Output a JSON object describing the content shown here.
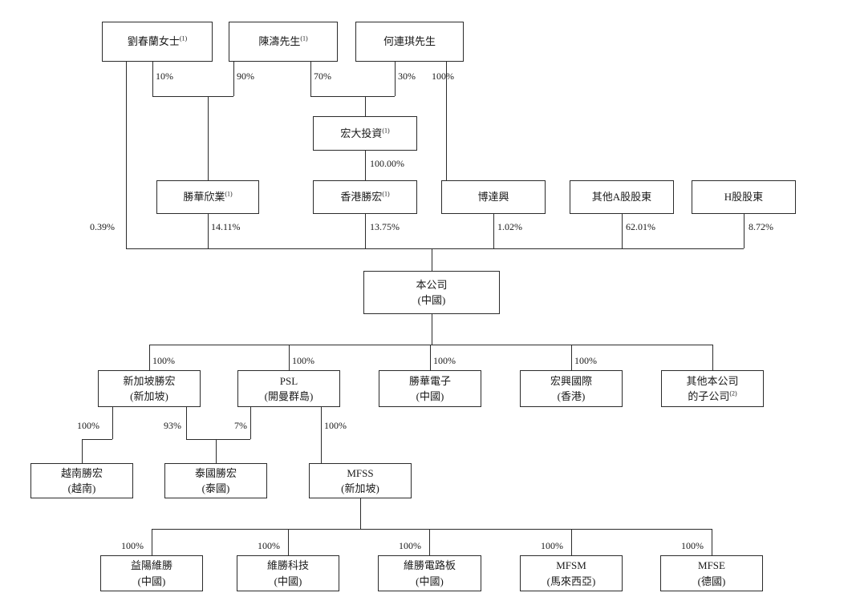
{
  "nodes": {
    "liu": {
      "label": "劉春蘭女士",
      "sup": "(1)"
    },
    "chen": {
      "label": "陳濤先生",
      "sup": "(1)"
    },
    "he": {
      "label": "何連琪先生"
    },
    "hongda": {
      "label": "宏大投資",
      "sup": "(1)"
    },
    "shenghua_xinye": {
      "label": "勝華欣業",
      "sup": "(1)"
    },
    "hk_shenghong": {
      "label": "香港勝宏",
      "sup": "(1)"
    },
    "bodaxing": {
      "label": "博達興"
    },
    "other_a_shareholders": {
      "label": "其他A股股東"
    },
    "h_shareholders": {
      "label": "H股股東"
    },
    "company": {
      "label": "本公司",
      "label2": "(中國)"
    },
    "sg_shenghong": {
      "label": "新加坡勝宏",
      "label2": "(新加坡)"
    },
    "psl": {
      "label": "PSL",
      "label2": "(開曼群島)"
    },
    "shenghua_electronics": {
      "label": "勝華電子",
      "label2": "(中國)"
    },
    "hongxing_intl": {
      "label": "宏興國際",
      "label2": "(香港)"
    },
    "other_subsidiaries": {
      "label": "其他本公司",
      "label2": "的子公司",
      "sup": "(2)"
    },
    "vietnam_shenghong": {
      "label": "越南勝宏",
      "label2": "(越南)"
    },
    "thailand_shenghong": {
      "label": "泰國勝宏",
      "label2": "(泰國)"
    },
    "mfss": {
      "label": "MFSS",
      "label2": "(新加坡)"
    },
    "yiyang_weisheng": {
      "label": "益陽維勝",
      "label2": "(中國)"
    },
    "weisheng_tech": {
      "label": "維勝科技",
      "label2": "(中國)"
    },
    "weisheng_pcb": {
      "label": "維勝電路板",
      "label2": "(中國)"
    },
    "mfsm": {
      "label": "MFSM",
      "label2": "(馬來西亞)"
    },
    "mfse": {
      "label": "MFSE",
      "label2": "(德國)"
    }
  },
  "edges": {
    "liu_to_shenghua_xinye": "10%",
    "chen_to_shenghua_xinye": "90%",
    "chen_to_hongda": "70%",
    "he_to_hongda": "30%",
    "he_to_bodaxing": "100%",
    "hongda_to_hk_shenghong": "100.00%",
    "liu_to_company": "0.39%",
    "shenghua_xinye_to_company": "14.11%",
    "hk_shenghong_to_company": "13.75%",
    "bodaxing_to_company": "1.02%",
    "other_a_to_company": "62.01%",
    "h_share_to_company": "8.72%",
    "company_to_sg_shenghong": "100%",
    "company_to_psl": "100%",
    "company_to_shenghua_electronics": "100%",
    "company_to_hongxing": "100%",
    "sg_to_vietnam": "100%",
    "sg_to_thailand": "93%",
    "psl_to_thailand": "7%",
    "psl_to_mfss": "100%",
    "mfss_to_yiyang": "100%",
    "mfss_to_weisheng_tech": "100%",
    "mfss_to_weisheng_pcb": "100%",
    "mfss_to_mfsm": "100%",
    "mfss_to_mfse": "100%"
  },
  "colors": {
    "line": "#2b2b2b",
    "background": "#ffffff"
  }
}
